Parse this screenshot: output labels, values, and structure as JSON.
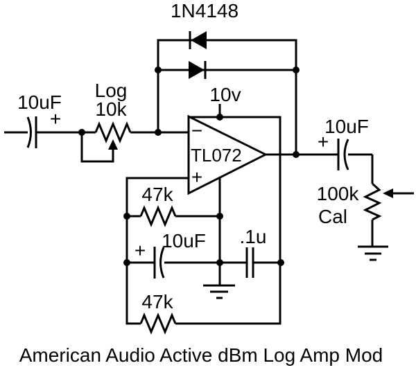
{
  "title": "American Audio Active dBm Log Amp Mod",
  "colors": {
    "background": "#ffffff",
    "ink": "#000000"
  },
  "labels": {
    "diode_part": "1N4148",
    "input_cap_value": "10uF",
    "input_cap_polarity": "+",
    "pot_taper": "Log",
    "pot_value": "10k",
    "supply_voltage": "10v",
    "opamp_part": "TL072",
    "opamp_inverting_mark": "−",
    "opamp_noninverting_mark": "+",
    "bias_res_upper_value": "47k",
    "bias_cap_value": "10uF",
    "bias_cap_polarity": "+",
    "decoupling_cap_value": ".1u",
    "bias_res_lower_value": "47k",
    "output_cap_value": "10uF",
    "output_cap_polarity": "+",
    "cal_pot_value": "100k",
    "cal_pot_name": "Cal"
  }
}
